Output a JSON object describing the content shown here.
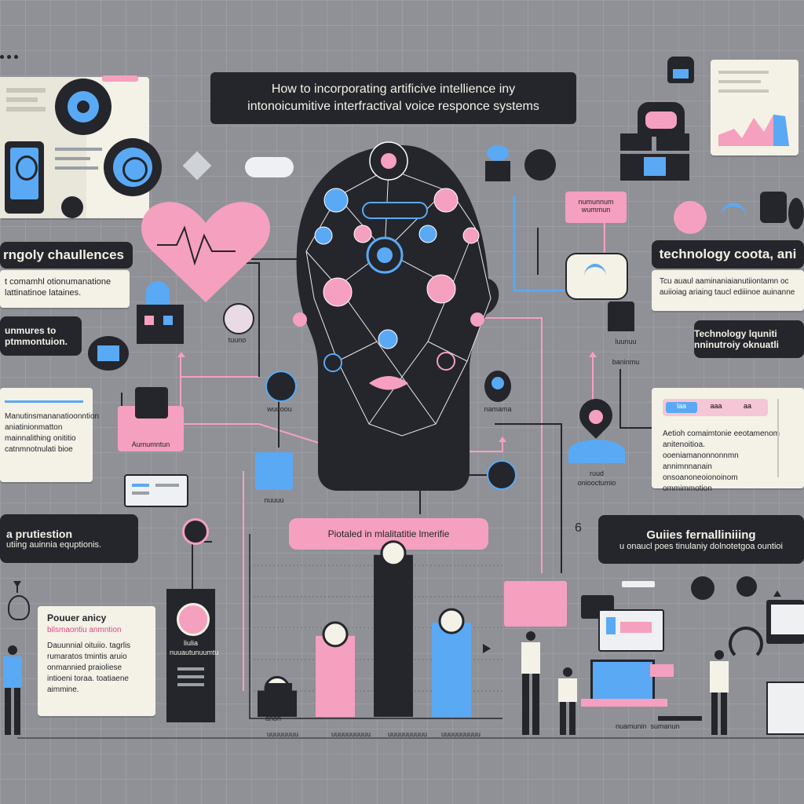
{
  "title": {
    "line1": "How to incorporating artificive intellience iny",
    "line2": "intonoicumitive interfractival voice responce systems"
  },
  "left": {
    "header1": "rngoly chaullences",
    "text1": "t comamhl otionumanatione lattinatinoe lataines.",
    "header2": "unmures to ptmmontuion.",
    "text3": "Manutinsmananatioonntion aniatinionmatton mainnalithing onititio catnmnotnulati bioe",
    "header3": "a prutiestion",
    "subtitle3": "utiing auinnia equptionis.",
    "note_title": "Pouuer anicy",
    "note_subtitle": "bilsmaontiu anmntion",
    "note_text": "Dauunnial oituiio. tagrlis rumaratos tmintis aruio onmannied praioliese intioeni toraa. toatiaene aimmine."
  },
  "right": {
    "header1": "technology coota, ani",
    "text1": "Tcu auaul aaminaniaianutiiontamn oc auiioiag ariaing taucl ediiinoe auinanne",
    "header2": "Technology lquniti nninutroiy oknuatli",
    "tags": [
      "lаа",
      "ааа",
      "аа"
    ],
    "text3": "Aetioh comaimtonie eeotamenom anitenoitioa. ooeniamanonnonnmn annimnnanain onsoanoneoionoinom ommimmotion",
    "header4": "Guiies fernalliniiing",
    "subtitle4": "u onaucl poes tinulaniy dolnotetgoa ountioi"
  },
  "center": {
    "benefits_label": "Piotaled in mlalitatitie lmerifie",
    "screen_label": "Aumumntun",
    "small_labels": [
      "tuuno",
      "wuuoou",
      "nuuuu",
      "namama",
      "luunuu",
      "ruud",
      "oniooctumio",
      "anon",
      "baninmu"
    ],
    "badge": "6",
    "terminal_label": "liulia",
    "terminal_sub": "nuuautunuumtu",
    "pink_tag": "numunnum wummun",
    "vert_label": "nuamunin  sumanun"
  },
  "chart_data": {
    "type": "bar",
    "categories": [
      "",
      "",
      "",
      ""
    ],
    "series": [
      {
        "values": [
          1.2,
          3.7,
          7.4,
          4.3
        ]
      }
    ],
    "colors": [
      "#24262b",
      "#f5a0be",
      "#24262b",
      "#5aa9f5"
    ],
    "xlabel": "",
    "ylabel": "",
    "ylim": [
      0,
      8
    ],
    "category_labels": [
      "uuuuuuuu",
      "uuuuuuuuuu",
      "uuuuuuuuuu",
      "uuuuuuuuuu"
    ]
  },
  "colors": {
    "accent_pink": "#f5a0be",
    "accent_blue": "#5aa9f5",
    "dark": "#24262b",
    "paper": "#f4f1e6",
    "bg": "#8f9196"
  },
  "icons": [
    "heart-icon",
    "cloud-icon",
    "gear-icon",
    "wifi-icon",
    "house-icon",
    "chat-icon",
    "lightbulb-icon",
    "headset-icon",
    "monitor-icon",
    "robot-icon",
    "lock-icon",
    "document-icon"
  ]
}
